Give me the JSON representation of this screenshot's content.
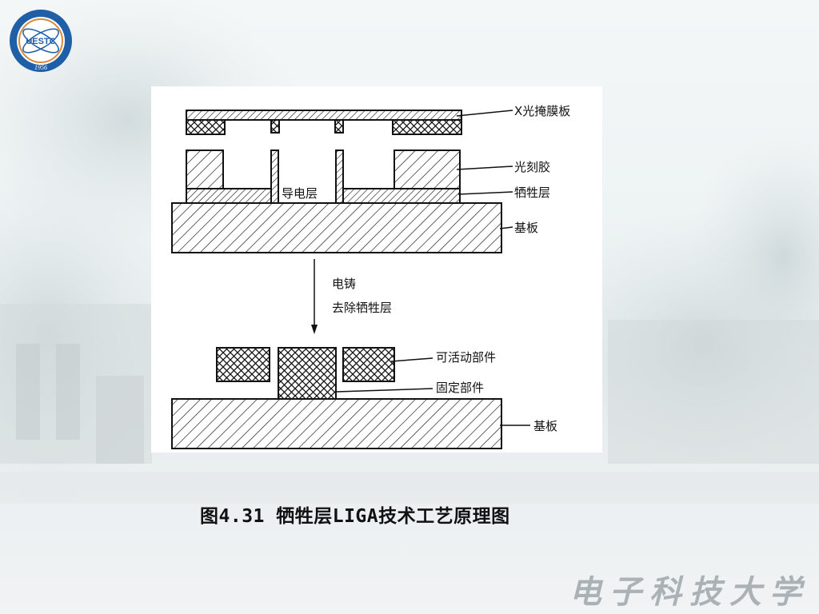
{
  "slide": {
    "caption": "图4.31 牺牲层LIGA技术工艺原理图",
    "watermark": "电子科技大学",
    "logo": {
      "text": "UESTC",
      "year": "1956",
      "ring_color": "#1f5fa8"
    }
  },
  "diagram": {
    "top_labels": {
      "mask": "X光掩膜板",
      "photoresist": "光刻胶",
      "conductive_layer": "导电层",
      "sacrificial_layer": "牺牲层",
      "substrate": "基板"
    },
    "process_step": {
      "line1": "电铸",
      "line2": "去除牺牲层"
    },
    "bottom_labels": {
      "movable_part": "可活动部件",
      "fixed_part": "固定部件",
      "substrate": "基板"
    }
  }
}
